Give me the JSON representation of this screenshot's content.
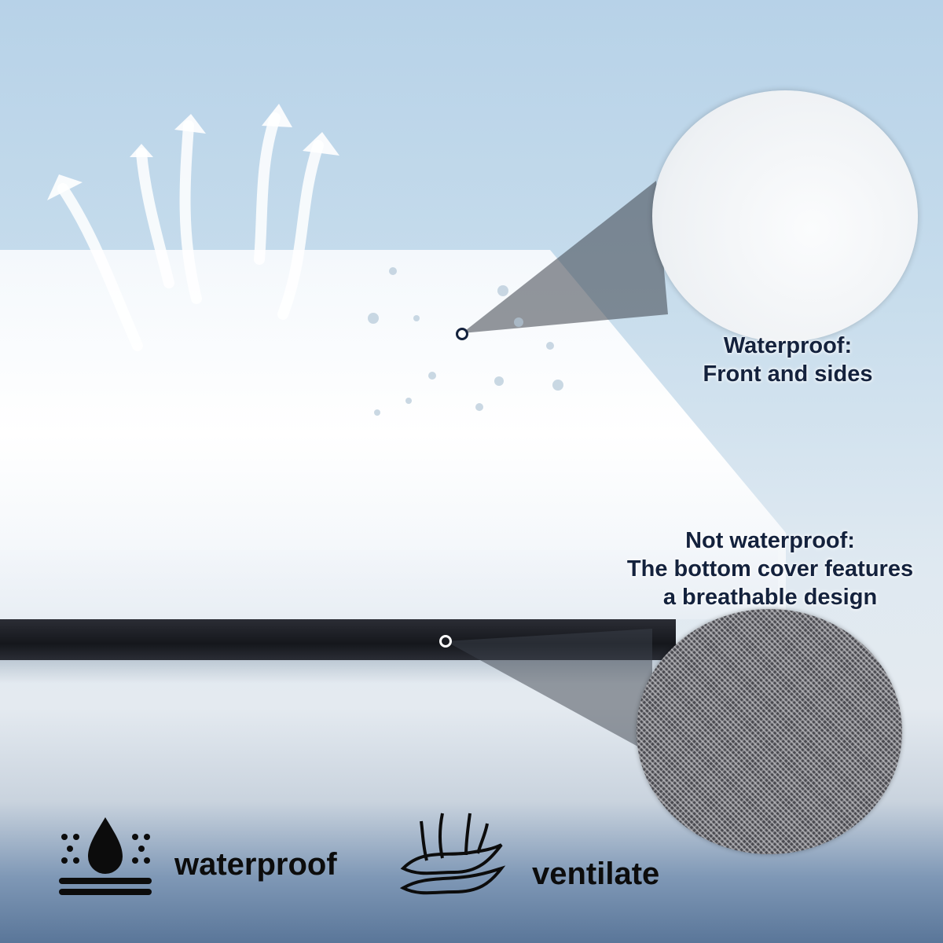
{
  "callouts": {
    "top": {
      "line1": "Waterproof:",
      "line2": "Front and sides"
    },
    "bottom": {
      "line1": "Not waterproof:",
      "line2": "The bottom cover features",
      "line3": "a breathable design"
    }
  },
  "features": [
    {
      "icon": "waterproof-drop-icon",
      "label": "waterproof"
    },
    {
      "icon": "ventilate-layers-icon",
      "label": "ventilate"
    }
  ],
  "colors": {
    "text": "#14223d",
    "band": "#1a1c22"
  }
}
